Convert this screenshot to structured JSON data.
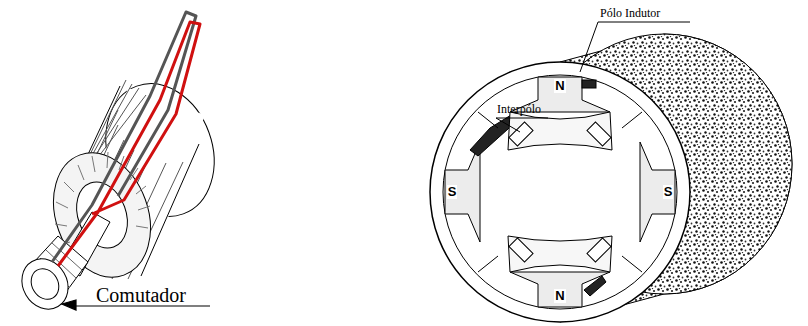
{
  "diagram": {
    "labels": [
      "Comutador",
      "Interpólo",
      "Pólo Indutor",
      "N",
      "S",
      "S",
      "N"
    ]
  }
}
